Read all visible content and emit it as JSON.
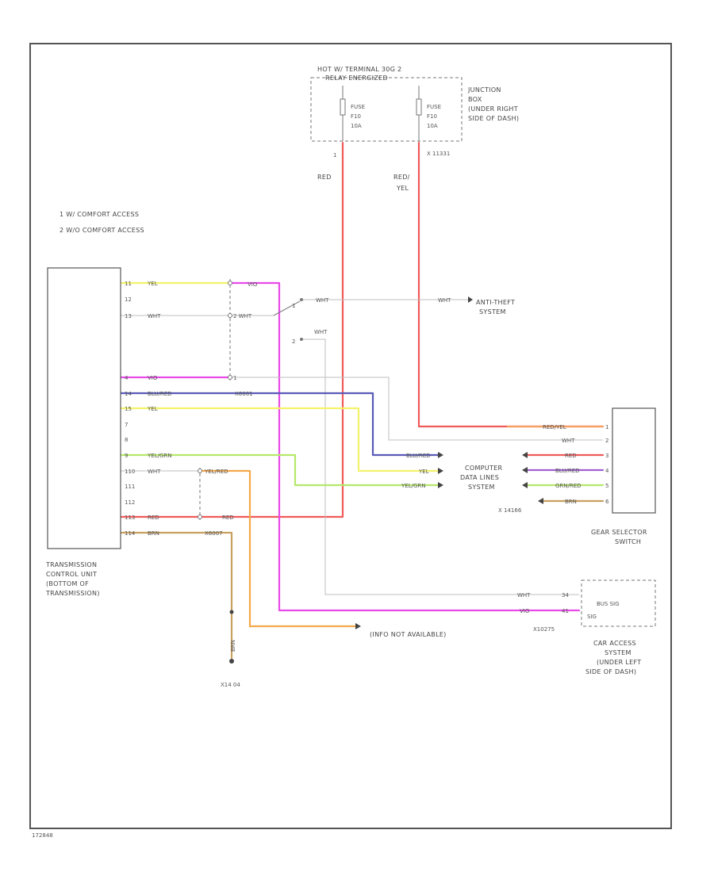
{
  "colors": {
    "red": "#f05a5a",
    "yellow": "#f2f26a",
    "magenta": "#e84ae8",
    "blue": "#5a5ab8",
    "white": "#cfcfcf",
    "lightgreen": "#b6e86a",
    "orange": "#f5a84a",
    "brown": "#c8a060",
    "purple": "#a060d0",
    "frame": "#555555"
  },
  "notes": [
    "1   W/ COMFORT ACCESS",
    "2   W/O COMFORT ACCESS"
  ],
  "fuse_box": {
    "header1": "HOT W/ TERMINAL 30G 2",
    "header2": "RELAY ENERGIZED",
    "fuse1": [
      "FUSE",
      "F10",
      "10A"
    ],
    "fuse2": [
      "FUSE",
      "F10",
      "10A"
    ],
    "pin_left": "1",
    "pin_right": "X 11331",
    "label": [
      "JUNCTION",
      "BOX",
      "(UNDER RIGHT",
      "SIDE OF DASH)"
    ]
  },
  "wires_top": {
    "left": "RED",
    "right1": "RED/",
    "right2": "YEL"
  },
  "tcu": {
    "label": [
      "TRANSMISSION",
      "CONTROL UNIT",
      "(BOTTOM OF",
      "TRANSMISSION)"
    ],
    "pins": [
      {
        "pin": "11",
        "wire": "YEL"
      },
      {
        "pin": "12",
        "wire": ""
      },
      {
        "pin": "13",
        "wire": "WHT"
      },
      {
        "pin": "",
        "wire": ""
      },
      {
        "pin": "",
        "wire": ""
      },
      {
        "pin": "4",
        "wire": "VIO"
      },
      {
        "pin": "14",
        "wire": "BLU/RED"
      },
      {
        "pin": "15",
        "wire": "YEL"
      },
      {
        "pin": "7",
        "wire": ""
      },
      {
        "pin": "8",
        "wire": ""
      },
      {
        "pin": "9",
        "wire": "YEL/GRN"
      },
      {
        "pin": "110",
        "wire": "WHT"
      },
      {
        "pin": "111",
        "wire": ""
      },
      {
        "pin": "112",
        "wire": ""
      },
      {
        "pin": "113",
        "wire": "RED"
      },
      {
        "pin": "114",
        "wire": "BRN"
      }
    ]
  },
  "splice_labels": {
    "vio_top": "VIO",
    "wht_mid": "2  WHT",
    "one": "1",
    "x6001": "X6001",
    "yel_red": "YEL/RED",
    "red2": "RED",
    "x6007": "X6007"
  },
  "switch": {
    "pos1": "1",
    "pos2": "2",
    "wht1": "WHT",
    "wht2": "WHT"
  },
  "anti_theft": {
    "wire": "WHT",
    "label": [
      "ANTI-THEFT",
      "SYSTEM"
    ]
  },
  "computer_data": {
    "wires": [
      "BLU/RED",
      "YEL",
      "YEL/GRN"
    ],
    "label": [
      "COMPUTER",
      "DATA LINES",
      "SYSTEM"
    ],
    "connector": "X 14166"
  },
  "gear_selector": {
    "label": [
      "GEAR SELECTOR",
      "SWITCH"
    ],
    "pins": [
      {
        "wire": "RED/YEL",
        "pin": "1"
      },
      {
        "wire": "WHT",
        "pin": "2"
      },
      {
        "wire": "RED",
        "pin": "3"
      },
      {
        "wire": "BLU/RED",
        "pin": "4"
      },
      {
        "wire": "GRN/RED",
        "pin": "5"
      },
      {
        "wire": "BRN",
        "pin": "6"
      }
    ]
  },
  "car_access": {
    "box1": "BUS SIG",
    "box2": "SIG",
    "wht": "WHT",
    "vio": "VIO",
    "pin1": "34",
    "pin2": "41",
    "connector": "X10275",
    "label": [
      "CAR ACCESS",
      "SYSTEM",
      "(UNDER LEFT",
      "SIDE OF DASH)"
    ]
  },
  "ground": {
    "wire": "BRN",
    "label": "X14 04"
  },
  "info_na": "(INFO NOT AVAILABLE)",
  "footnote": "172848"
}
